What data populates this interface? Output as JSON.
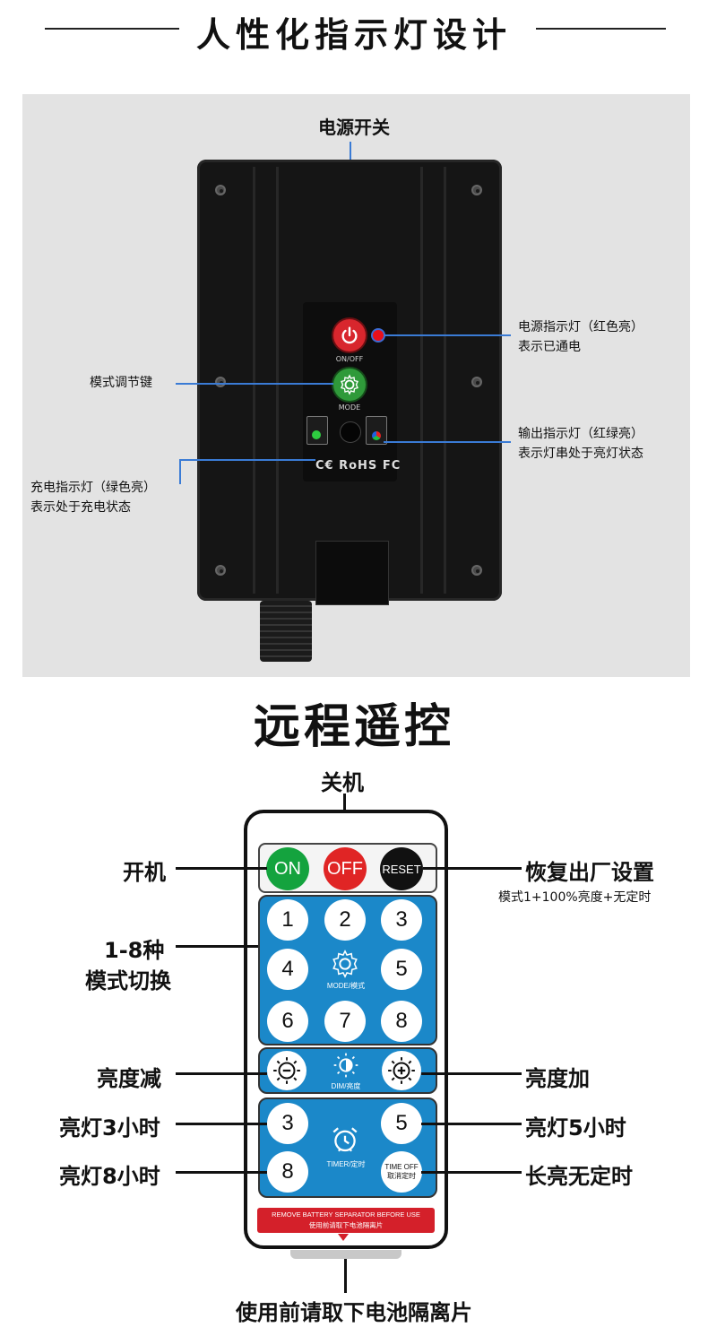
{
  "header": {
    "title": "人性化指示灯设计"
  },
  "device": {
    "power_switch_label": "电源开关",
    "power_btn_caption": "ON/OFF",
    "mode_btn_caption": "MODE",
    "power_indicator": {
      "line1": "电源指示灯（红色亮）",
      "line2": "表示已通电"
    },
    "mode_key": "模式调节键",
    "output_indicator": {
      "line1": "输出指示灯（红绿亮）",
      "line2": "表示灯串处于亮灯状态"
    },
    "charge_indicator": {
      "line1": "充电指示灯（绿色亮）",
      "line2": "表示处于充电状态"
    },
    "cert_marks": "C€ RoHS FC",
    "colors": {
      "power_led": "#e8101a",
      "callout_line": "#3a7bd5",
      "device_body": "#151515"
    }
  },
  "remote": {
    "title": "远程遥控",
    "buttons": {
      "on": "ON",
      "off": "OFF",
      "reset": "RESET"
    },
    "mode_numbers": [
      "1",
      "2",
      "3",
      "4",
      "5",
      "6",
      "7",
      "8"
    ],
    "mode_caption": "MODE/模式",
    "dim_caption": "DIM/亮度",
    "timer_numbers": [
      "3",
      "5",
      "8"
    ],
    "timer_caption": "TIMER/定时",
    "timer_off": {
      "line1": "TIME OFF",
      "line2": "取消定时"
    },
    "warning": {
      "line1": "REMOVE BATTERY SEPARATOR BEFORE USE",
      "line2": "使用前请取下电池隔离片"
    },
    "labels": {
      "off": "关机",
      "on": "开机",
      "reset": "恢复出厂设置",
      "reset_note": "模式1+100%亮度+无定时",
      "modes_line1": "1-8种",
      "modes_line2": "模式切换",
      "dim_down": "亮度减",
      "dim_up": "亮度加",
      "timer3": "亮灯3小时",
      "timer5": "亮灯5小时",
      "timer8": "亮灯8小时",
      "timer_off": "长亮无定时",
      "battery": "使用前请取下电池隔离片"
    },
    "colors": {
      "on": "#14a33e",
      "off": "#e02525",
      "reset": "#111111",
      "panel": "#1b88c9",
      "warning": "#d4202a"
    }
  }
}
